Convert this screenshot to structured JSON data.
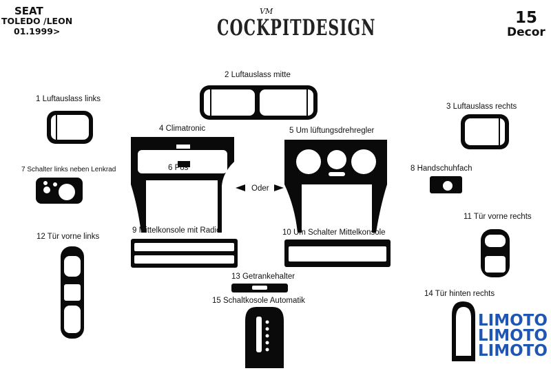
{
  "header": {
    "brand": "SEAT",
    "model": "TOLEDO /LEON",
    "date": "01.1999>",
    "logo_mark": "VM",
    "logo_text": "COCKPITDESIGN",
    "kit_number": "15",
    "kit_type": "Decor"
  },
  "parts": {
    "p1": "1 Luftauslass links",
    "p2": "2  Luftauslass mitte",
    "p3": "3   Luftauslass rechts",
    "p4": "4  Climatronic",
    "p5": "5  Um lüftungsdrehregler",
    "p6": "6 Pos",
    "p7": "7 Schalter links neben Lenkrad",
    "p8": "8  Handschuhfach",
    "p9": "9   Mittelkonsole mit Radio",
    "p10": "10  Um Schalter Mittelkonsole",
    "p11": "11  Tür vorne rechts",
    "p12": "12  Tür vorne links",
    "p13": "13 Getrankehalter",
    "p14": "14  Tür hinten rechts",
    "p15": "15  Schaltkosole  Automatik",
    "oder": "Oder"
  },
  "watermark": [
    "LIMOTO",
    "LIMOTO",
    "LIMOTO"
  ]
}
